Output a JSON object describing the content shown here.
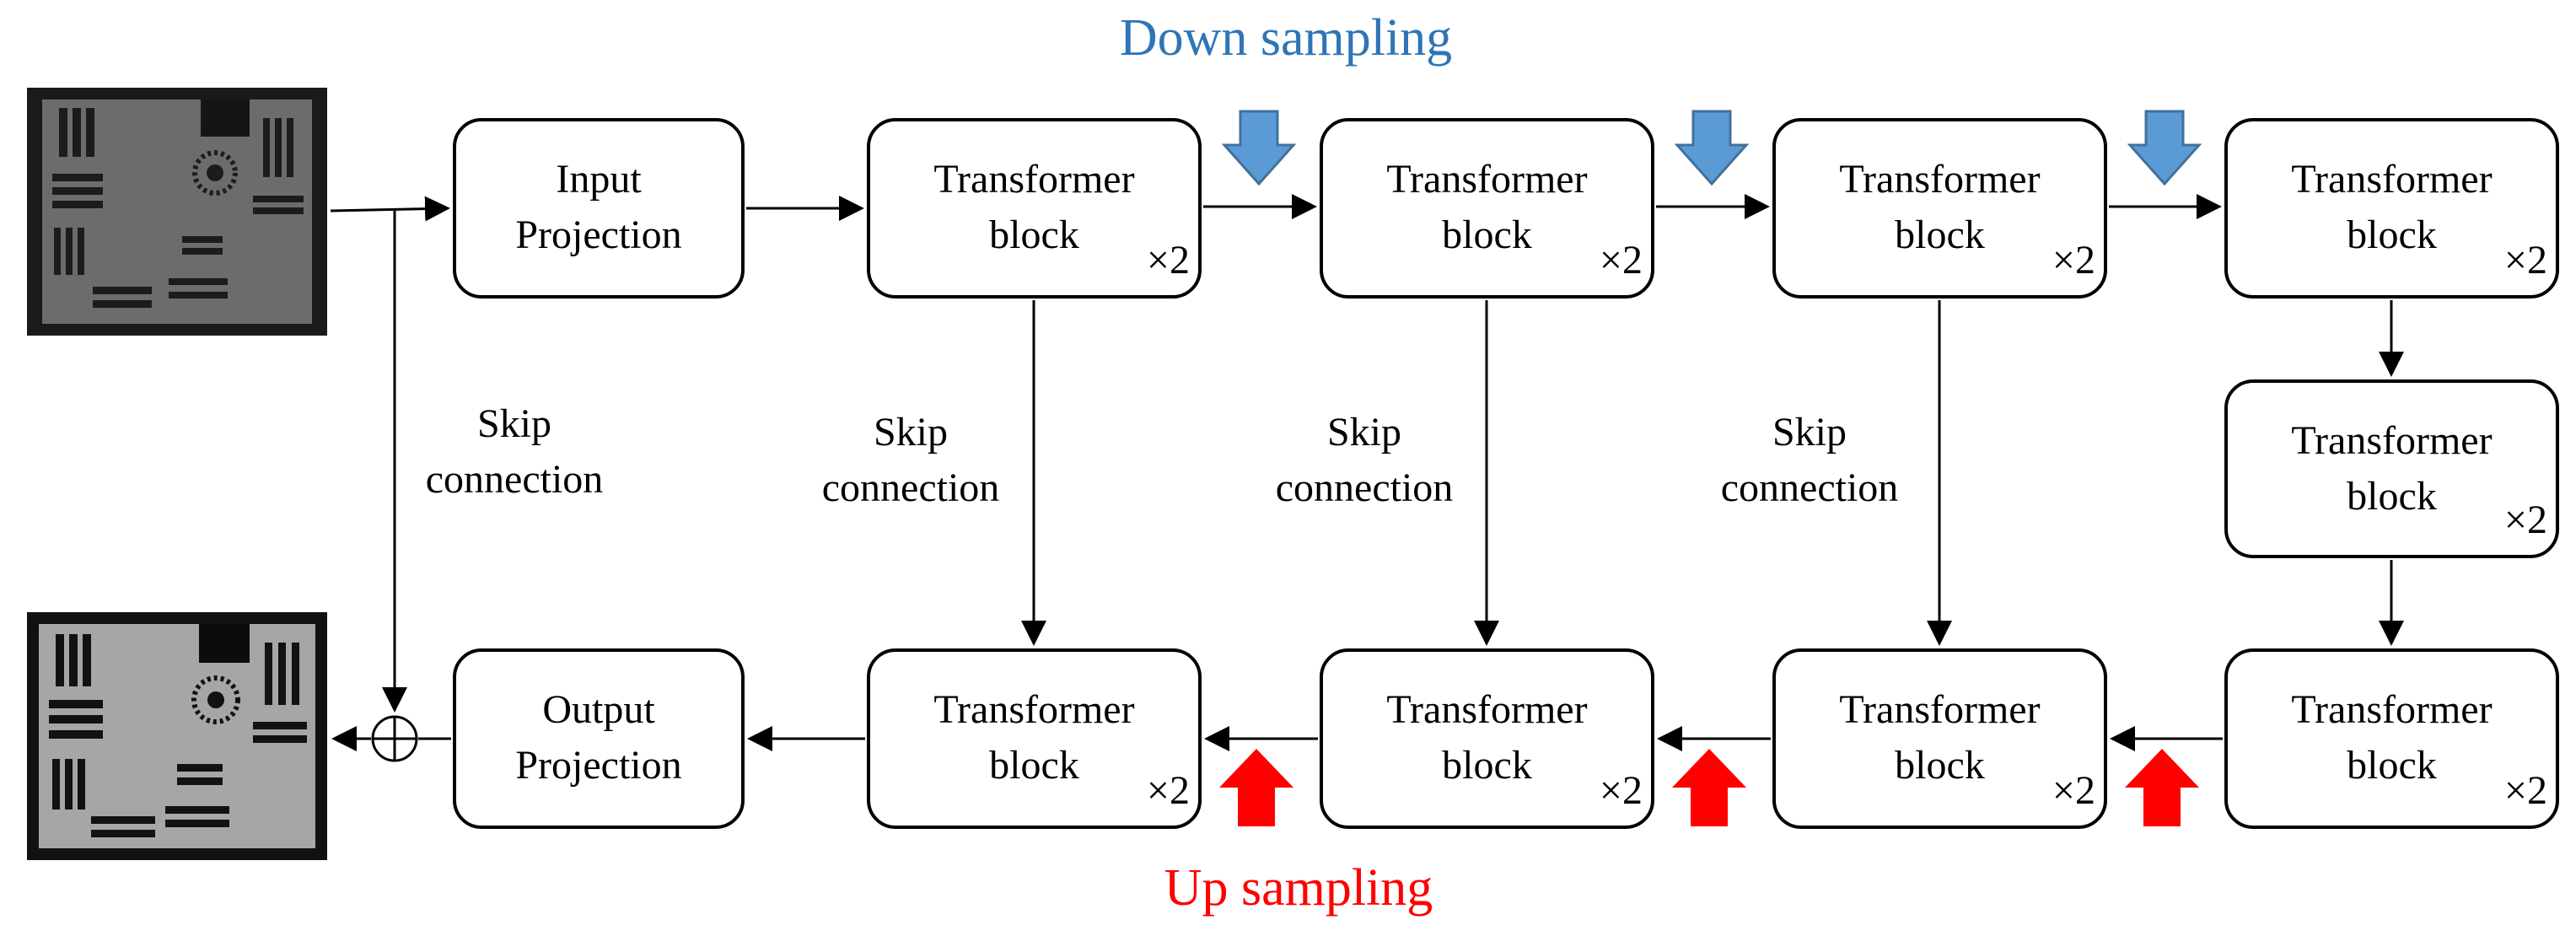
{
  "headings": {
    "down": "Down sampling",
    "up": "Up sampling"
  },
  "colors": {
    "down_accent": "#2E75B6",
    "down_arrow_fill": "#5B9BD5",
    "down_arrow_stroke": "#41719C",
    "up_accent": "#FF0000"
  },
  "blocks": {
    "input_projection": "Input\nProjection",
    "output_projection": "Output\nProjection",
    "enc1": "Transformer\nblock",
    "enc2": "Transformer\nblock",
    "enc3": "Transformer\nblock",
    "enc4": "Transformer\nblock",
    "bottleneck": "Transformer\nblock",
    "dec4": "Transformer\nblock",
    "dec3": "Transformer\nblock",
    "dec2": "Transformer\nblock",
    "dec1": "Transformer\nblock"
  },
  "multiplier": "×2",
  "skip_label": "Skip\nconnection",
  "images": {
    "input": "input-image",
    "output": "output-image"
  },
  "sum_symbol": "⊕"
}
